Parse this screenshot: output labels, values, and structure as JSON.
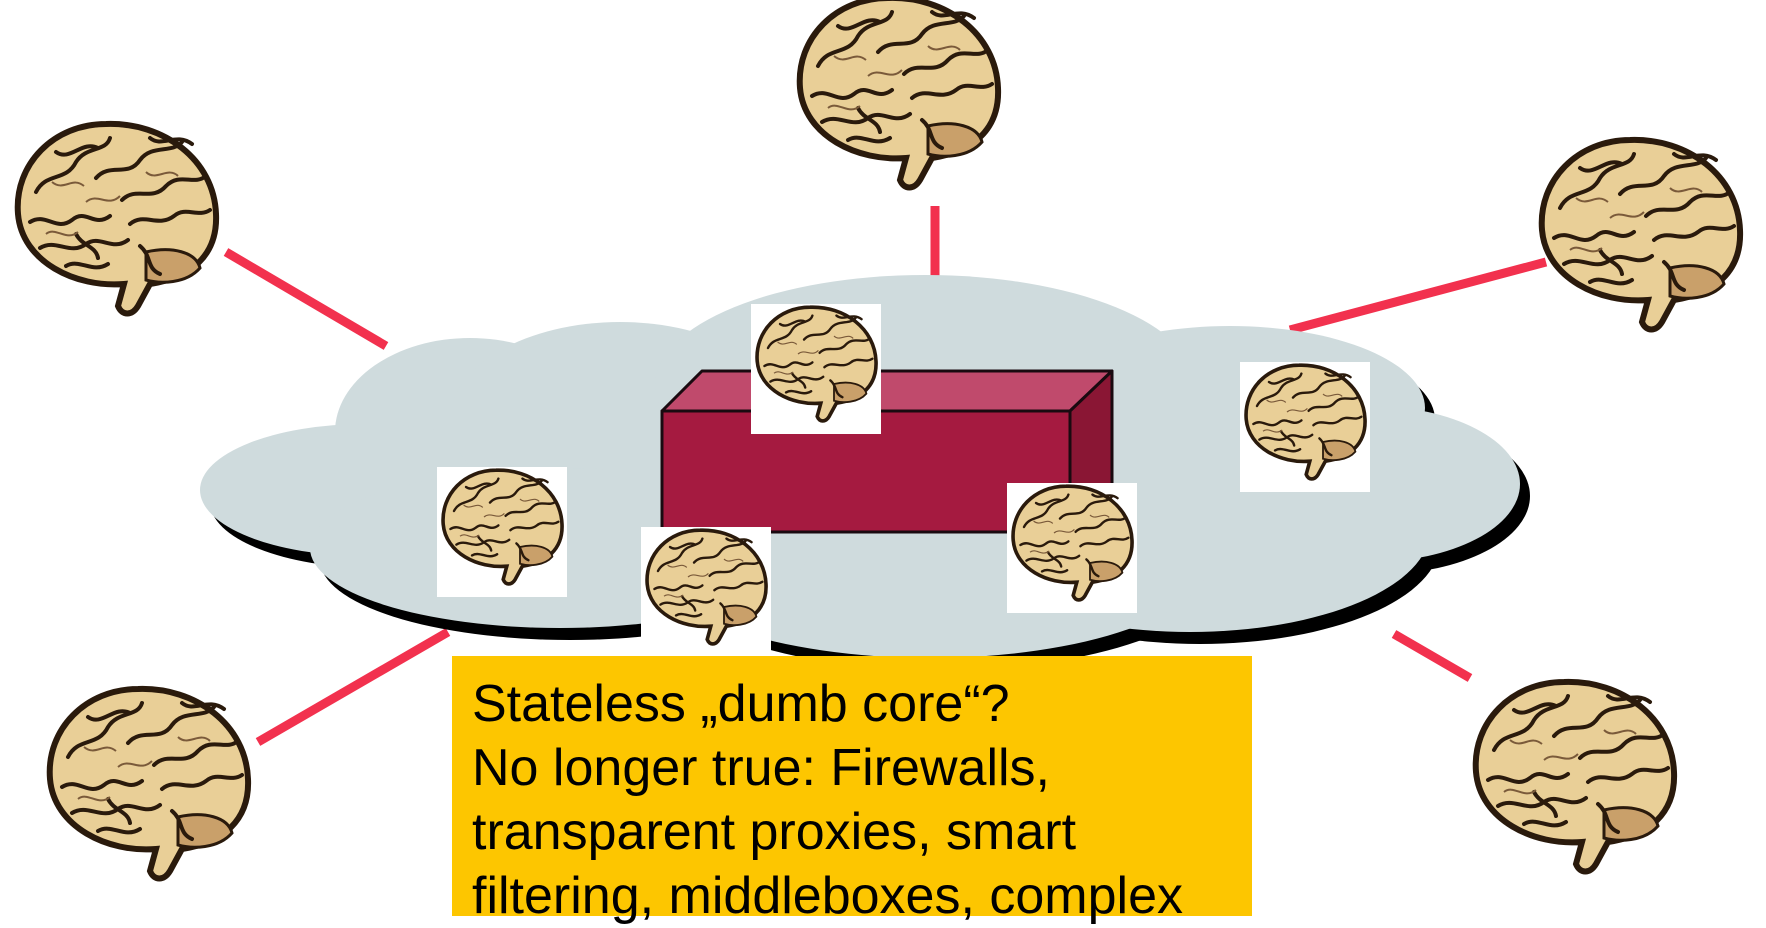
{
  "colors": {
    "link": "#f2314e",
    "cloud": "#cfdbdd",
    "cloud_shadow": "#000000",
    "box_front": "#a51a40",
    "box_top": "#c04a6c",
    "box_side": "#8a1634",
    "callout_bg": "#fdc600",
    "brain_fill": "#e9cf97",
    "brain_fill_dark": "#c9a06a",
    "brain_ink": "#2a1a0c"
  },
  "icons": {
    "end_host": "brain-icon",
    "network_node": "brain-icon"
  },
  "callout": {
    "lines": [
      "Stateless „dumb core“?",
      "No longer true: Firewalls,",
      "transparent proxies, smart",
      "filtering, middleboxes, complex"
    ]
  }
}
